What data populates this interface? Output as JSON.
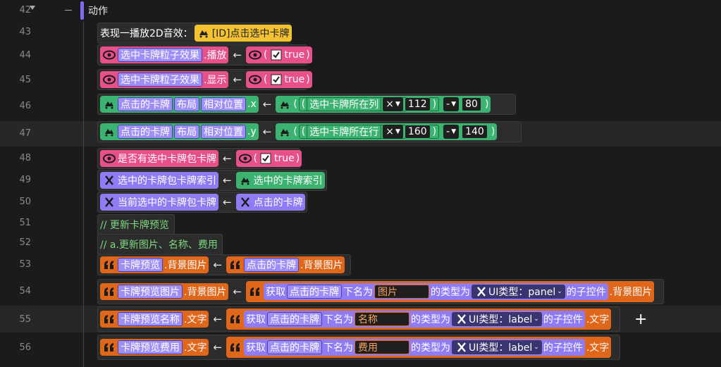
{
  "line_numbers": [
    "42",
    "43",
    "44",
    "45",
    "46",
    "47",
    "48",
    "49",
    "50",
    "51",
    "52",
    "53",
    "54",
    "55",
    "56"
  ],
  "header": {
    "label": "动作"
  },
  "rows": {
    "r43": {
      "text": "表现一播放2D音效：",
      "ref": "[ID]点击选中卡牌"
    },
    "r44": {
      "target": "选中卡牌粒子效果",
      "prop": ".播放",
      "value": "true"
    },
    "r45": {
      "target": "选中卡牌粒子效果",
      "prop": ".显示",
      "value": "true"
    },
    "r46": {
      "obj": "点击的卡牌",
      "p1": "布局",
      "p2": "相对位置",
      "p3": ".x",
      "lp": "(",
      "lp2": "(",
      "var": "选中卡牌所在列",
      "op1": "×",
      "n1": "112",
      "rp": ")",
      "op2": "-",
      "n2": "80",
      "rp2": ")"
    },
    "r47": {
      "obj": "点击的卡牌",
      "p1": "布局",
      "p2": "相对位置",
      "p3": ".y",
      "lp": "(",
      "lp2": "(",
      "var": "选中卡牌所在行",
      "op1": "×",
      "n1": "160",
      "rp": ")",
      "op2": "-",
      "n2": "140",
      "rp2": ")"
    },
    "r48": {
      "target": "是否有选中卡牌包卡牌",
      "value": "true"
    },
    "r49": {
      "target": "选中的卡牌包卡牌索引",
      "value": "选中的卡牌索引"
    },
    "r50": {
      "target": "当前选中的卡牌包卡牌",
      "value": "点击的卡牌"
    },
    "r51": {
      "comment": "// 更新卡牌预览"
    },
    "r52": {
      "comment": "// a.更新图片、名称、费用"
    },
    "r53": {
      "target": "卡牌预览",
      "prop": ".背景图片",
      "value": "点击的卡牌",
      "value_prop": ".背景图片"
    },
    "r54": {
      "target": "卡牌预览图片",
      "prop": ".背景图片",
      "get": "获取",
      "src": "点击的卡牌",
      "under": "下名为",
      "name": "图片",
      "type_of": "的类型为",
      "ui_type": "UI类型：panel",
      "child": "的子控件",
      "result_prop": ".背景图片"
    },
    "r55": {
      "target": "卡牌预览名称",
      "prop": ".文字",
      "get": "获取",
      "src": "点击的卡牌",
      "under": "下名为",
      "name": "名称",
      "type_of": "的类型为",
      "ui_type": "UI类型：label",
      "child": "的子控件",
      "result_prop": ".文字"
    },
    "r56": {
      "target": "卡牌预览费用",
      "prop": ".文字",
      "get": "获取",
      "src": "点击的卡牌",
      "under": "下名为",
      "name": "费用",
      "type_of": "的类型为",
      "ui_type": "UI类型：label",
      "child": "的子控件",
      "result_prop": ".文字"
    }
  },
  "arrow": "←",
  "colors": {
    "pink": "#e8508a",
    "green": "#3cb371",
    "purple": "#8f7cf5",
    "orange": "#e0661a",
    "yellow": "#f2c230"
  }
}
